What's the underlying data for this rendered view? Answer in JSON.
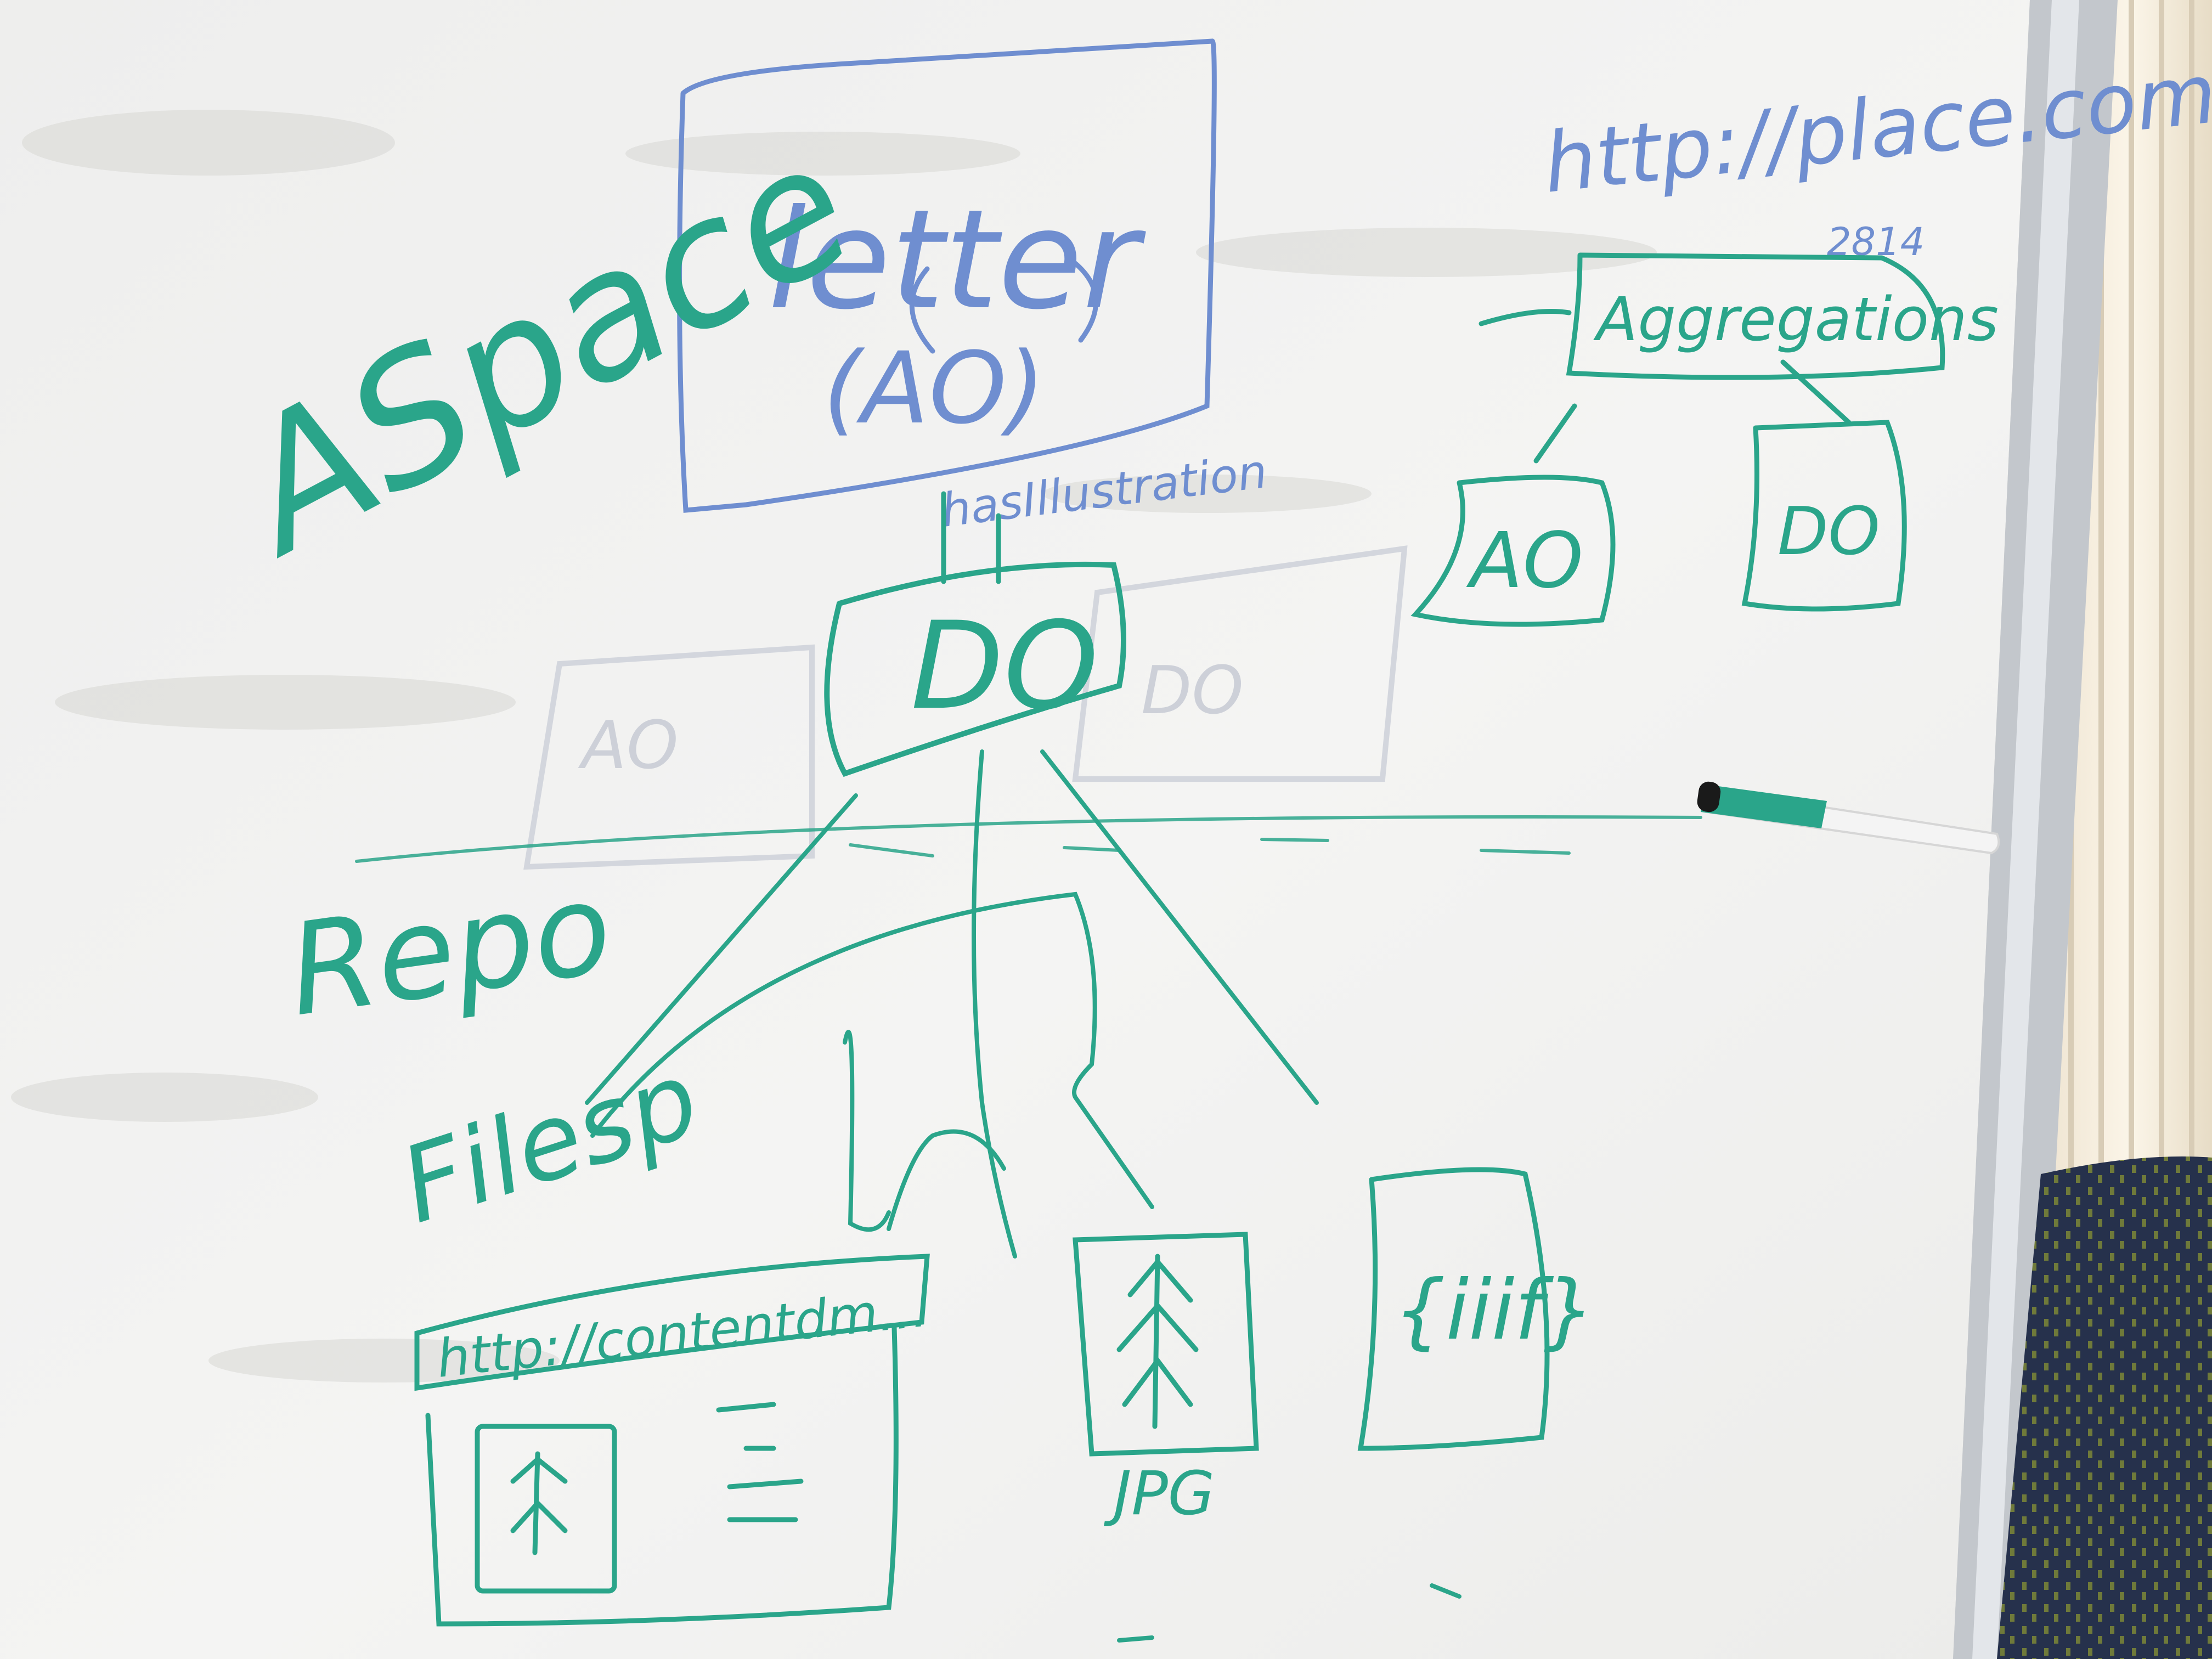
{
  "board": {
    "labels": {
      "aspace": "ASpace",
      "letter": "letter",
      "ao_paren": "(AO)",
      "relation": "hasIllustration",
      "do_main": "DO",
      "url_place": "http://place.com/",
      "num_2814": "2814",
      "aggregations": "Aggregations",
      "ao_box": "AO",
      "do_box": "DO",
      "repo": "Repo",
      "filesp": "Filesp",
      "url_contentdm": "http://contentdm...",
      "jpg": "JPG",
      "iiif": "{iiif}",
      "ghost_left": "AO",
      "ghost_right": "DO"
    },
    "colors": {
      "board": "#f2f2f1",
      "green_marker": "#2aa58a",
      "blue_marker": "#6f8ed0",
      "ghost": "#c9cdd6",
      "frame": "#c3c7cc",
      "chair": "#2f3a55"
    }
  }
}
